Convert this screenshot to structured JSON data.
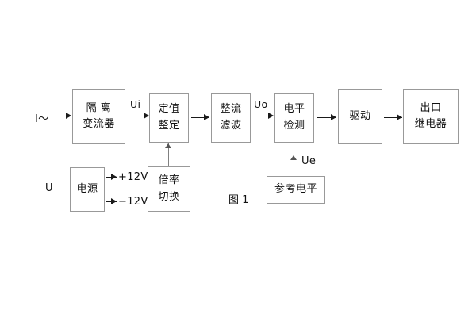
{
  "figure": {
    "caption": "图 1",
    "background": "#ffffff",
    "box_border_color": "#999999",
    "line_color": "#1a1a1a"
  },
  "inputs": {
    "current_input": "I～",
    "voltage_input": "U"
  },
  "main_chain": [
    {
      "id": "isolation-ct",
      "lines": [
        "隔 离",
        "变流器"
      ]
    },
    {
      "id": "setting-adjust",
      "lines": [
        "定值",
        "整定"
      ]
    },
    {
      "id": "rectify-filter",
      "lines": [
        "整流",
        "滤波"
      ]
    },
    {
      "id": "level-detect",
      "lines": [
        "电平",
        "检测"
      ]
    },
    {
      "id": "drive",
      "lines": [
        "驱动"
      ]
    },
    {
      "id": "output-relay",
      "lines": [
        "出口",
        "继电器"
      ]
    }
  ],
  "lower_chain": [
    {
      "id": "power-supply",
      "lines": [
        "电源"
      ]
    },
    {
      "id": "multiplier-switch",
      "lines": [
        "倍率",
        "切换"
      ]
    },
    {
      "id": "reference-level",
      "lines": [
        "参考电平"
      ]
    }
  ],
  "signal_labels": {
    "ui": "Ui",
    "uo": "Uo",
    "ue": "Ue",
    "plus12v": "+12V",
    "minus12v": "−12V"
  }
}
